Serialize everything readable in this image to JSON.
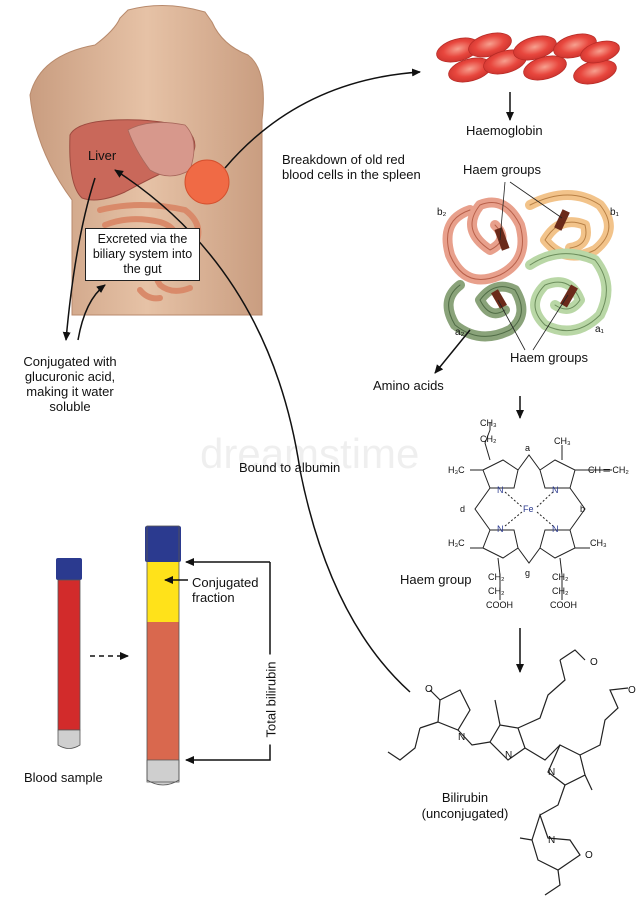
{
  "labels": {
    "liver": "Liver",
    "excreted": "Excreted via the biliary system into the gut",
    "conjugated_glucuronic": "Conjugated with glucuronic acid, making it water soluble",
    "breakdown": "Breakdown of old red blood cells in the spleen",
    "haemoglobin": "Haemoglobin",
    "haem_groups_top": "Haem groups",
    "haem_groups_bottom": "Haem groups",
    "amino_acids": "Amino acids",
    "bound_albumin": "Bound to albumin",
    "haem_group": "Haem group",
    "conjugated_fraction": "Conjugated fraction",
    "total_bilirubin": "Total bilirubin",
    "blood_sample": "Blood sample",
    "bilirubin": "Bilirubin",
    "unconjugated": "(unconjugated)"
  },
  "subunits": {
    "b2": "b₂",
    "b1": "b₁",
    "a2": "a₂",
    "a1": "a₁"
  },
  "chem": {
    "ch3": "CH₃",
    "ch2": "CH₂",
    "h3c": "H₃C",
    "ch_eq_ch2": "CH ═ CH₂",
    "cooh": "COOH",
    "fe": "Fe",
    "n": "N",
    "o": "O",
    "a": "a",
    "b": "b",
    "d": "d",
    "g": "g"
  },
  "watermark": "dreamstime",
  "colors": {
    "rbc": "#e8473e",
    "liver": "#c9685a",
    "spleen": "#f06a45",
    "skin": "#d9b49a",
    "tube_cap": "#2b3a8f",
    "tube_red": "#d22b2b",
    "conjugated": "#ffe21a",
    "serum": "#d9684e"
  }
}
